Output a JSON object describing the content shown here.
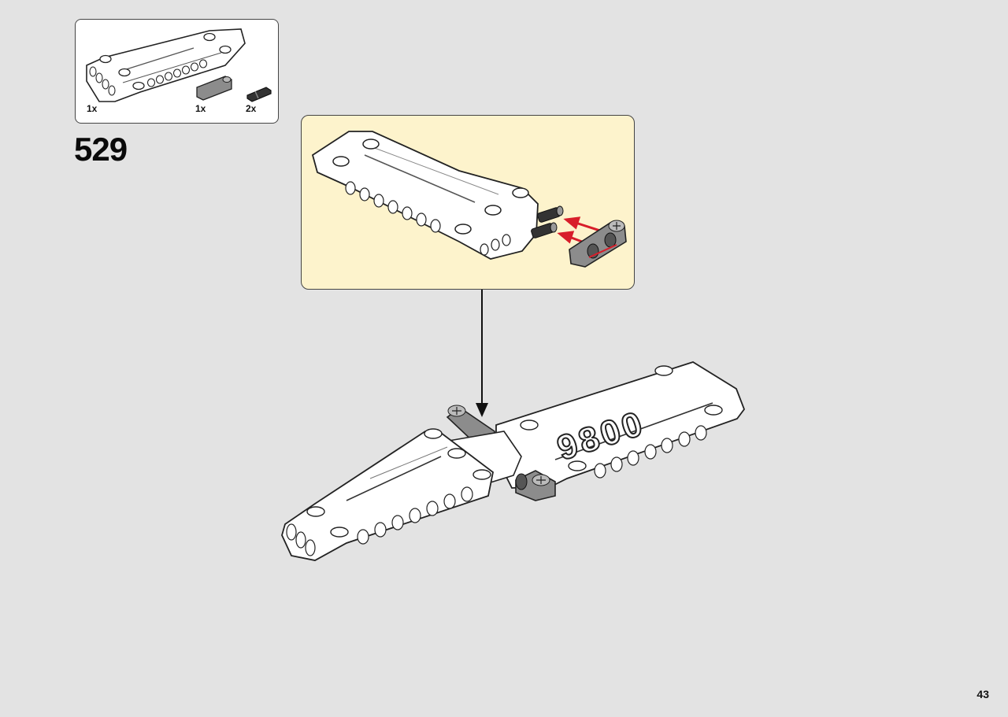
{
  "step": {
    "number": "529"
  },
  "parts_list": [
    {
      "quantity": "1x",
      "part": "white-wing-panel"
    },
    {
      "quantity": "1x",
      "part": "dark-grey-connector"
    },
    {
      "quantity": "2x",
      "part": "black-pin"
    }
  ],
  "main_model": {
    "number_sticker_text": "9800"
  },
  "page": {
    "number": "43"
  },
  "colors": {
    "background": "#e3e3e3",
    "subassembly_background": "#fdf3cc",
    "arrow_red": "#d81e2a",
    "part_grey": "#8c8c8c",
    "part_white": "#ffffff"
  }
}
